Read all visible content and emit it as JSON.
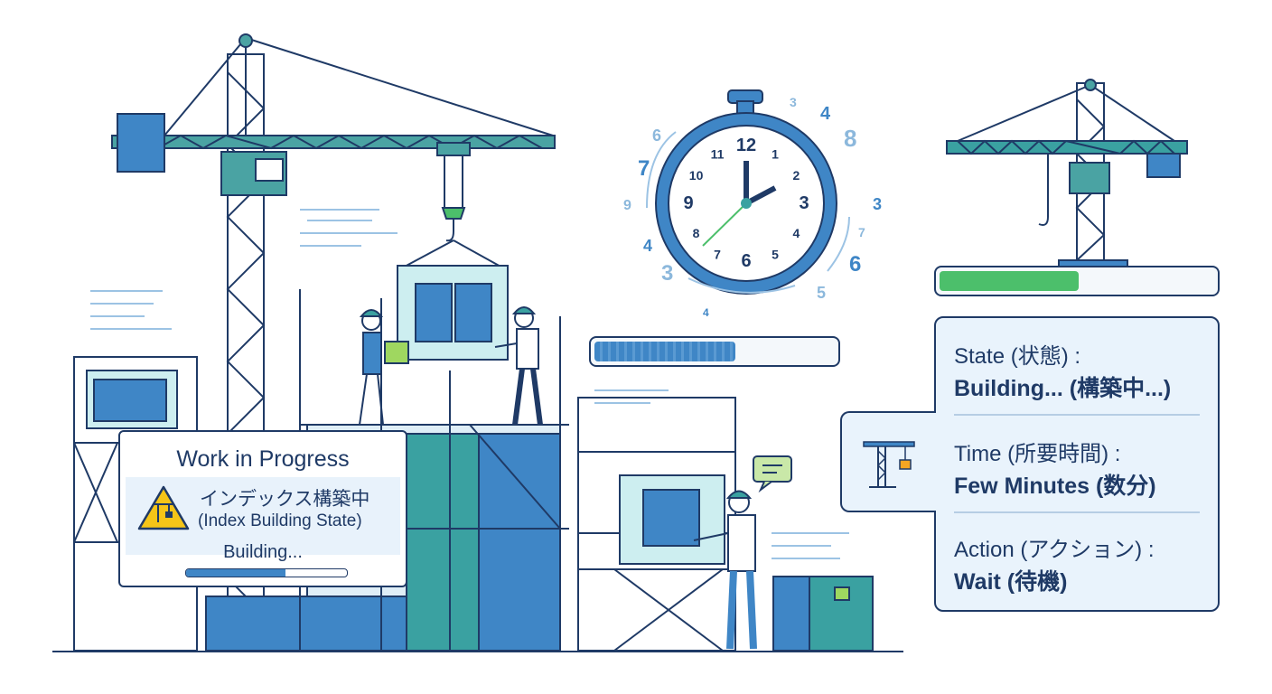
{
  "sign": {
    "title": "Work in Progress",
    "jp_title": "インデックス構築中",
    "en_title": "(Index Building State)",
    "status": "Building...",
    "progress": 0.62
  },
  "panel": {
    "state_label": "State (状態) :",
    "state_value": "Building... (構築中...)",
    "time_label": "Time (所要時間) :",
    "time_value": "Few Minutes (数分)",
    "action_label": "Action (アクション) :",
    "action_value": "Wait (待機)"
  },
  "clock": {
    "dial_numbers": [
      "12",
      "1",
      "2",
      "3",
      "4",
      "5",
      "6",
      "7",
      "8",
      "9",
      "10",
      "11"
    ],
    "floating_numbers": [
      "3",
      "4",
      "8",
      "3",
      "7",
      "6",
      "5",
      "4",
      "3",
      "4",
      "9",
      "7",
      "6"
    ]
  },
  "progress_bars": {
    "middle_progress": 0.6,
    "top_right_progress": 0.52
  },
  "colors": {
    "navy": "#1f3a66",
    "teal": "#3a9b9b",
    "blue": "#3f86c6",
    "green": "#4cbf6b",
    "light_blue": "#e9f3fc",
    "warning_yellow": "#f5c518"
  },
  "icons": [
    "crane-icon",
    "warning-icon",
    "chat-bubble-icon",
    "stopwatch-icon"
  ]
}
